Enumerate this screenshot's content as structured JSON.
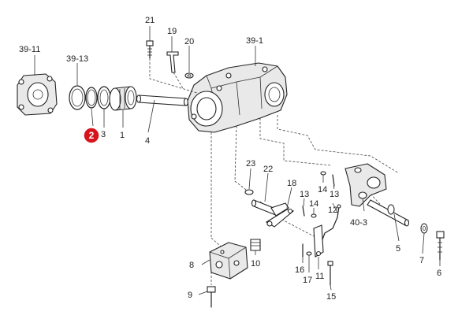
{
  "colors": {
    "highlight": "#d6141c",
    "line": "#222222",
    "background": "#ffffff"
  },
  "callouts": {
    "c39_11": "39-11",
    "c39_13": "39-13",
    "c39_1": "39-1",
    "c21": "21",
    "c19": "19",
    "c20": "20",
    "c3": "3",
    "c1": "1",
    "c4": "4",
    "c23": "23",
    "c22": "22",
    "c18": "18",
    "c13a": "13",
    "c14a": "14",
    "c14b": "14",
    "c13b": "13",
    "c12": "12",
    "c40_3": "40-3",
    "c5": "5",
    "c7": "7",
    "c6": "6",
    "c8": "8",
    "c10": "10",
    "c9": "9",
    "c16": "16",
    "c17": "17",
    "c11": "11",
    "c15": "15"
  },
  "highlighted_part": {
    "number": "2"
  }
}
